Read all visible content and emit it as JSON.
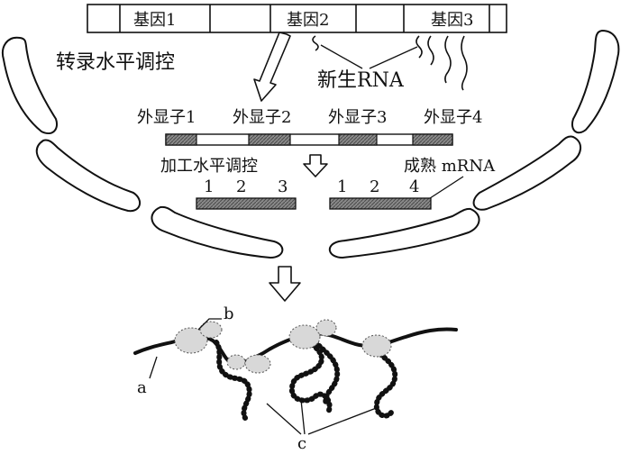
{
  "gene_bar": {
    "genes": [
      "基因1",
      "基因2",
      "基因3"
    ]
  },
  "labels": {
    "transcription_control": "转录水平调控",
    "nascent_rna": "新生RNA",
    "processing_control": "加工水平调控",
    "mature_mrna": "成熟 mRNA"
  },
  "exons": [
    "外显子1",
    "外显子2",
    "外显子3",
    "外显子4"
  ],
  "mrna_left_numbers": [
    "1",
    "2",
    "3"
  ],
  "mrna_right_numbers": [
    "1",
    "2",
    "4"
  ],
  "markers": {
    "a": "a",
    "b": "b",
    "c": "c"
  }
}
